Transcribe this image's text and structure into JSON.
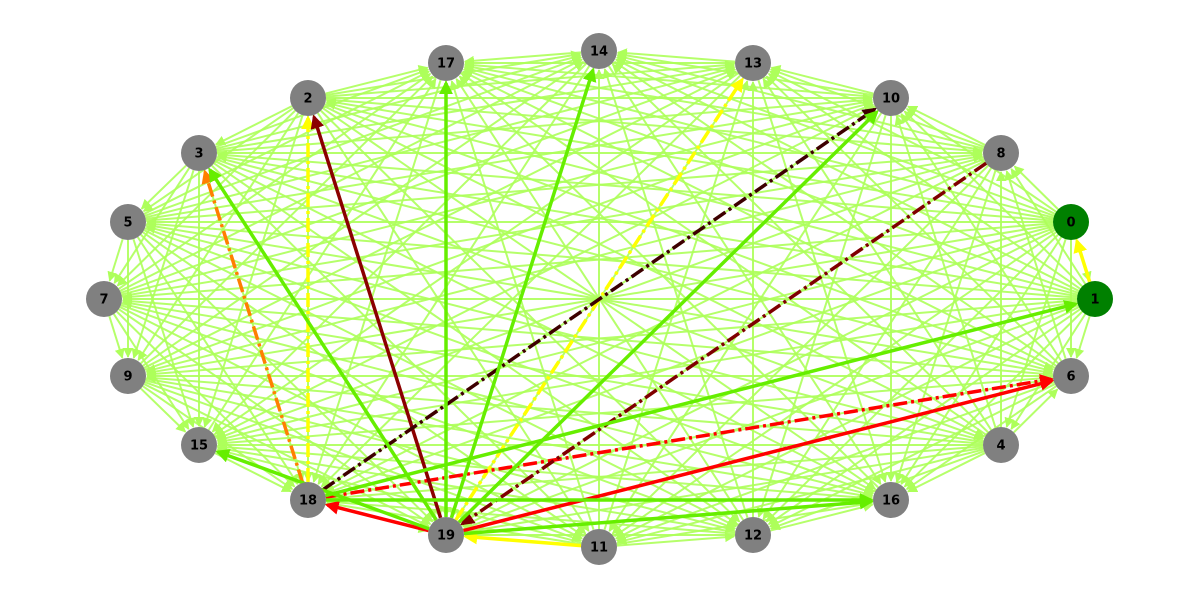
{
  "graph": {
    "nodes": [
      {
        "id": "0",
        "color": "#008000"
      },
      {
        "id": "1",
        "color": "#008000"
      },
      {
        "id": "2",
        "color": "#808080"
      },
      {
        "id": "3",
        "color": "#808080"
      },
      {
        "id": "4",
        "color": "#808080"
      },
      {
        "id": "5",
        "color": "#808080"
      },
      {
        "id": "6",
        "color": "#808080"
      },
      {
        "id": "7",
        "color": "#808080"
      },
      {
        "id": "8",
        "color": "#808080"
      },
      {
        "id": "9",
        "color": "#808080"
      },
      {
        "id": "10",
        "color": "#808080"
      },
      {
        "id": "11",
        "color": "#808080"
      },
      {
        "id": "12",
        "color": "#808080"
      },
      {
        "id": "13",
        "color": "#808080"
      },
      {
        "id": "14",
        "color": "#808080"
      },
      {
        "id": "15",
        "color": "#808080"
      },
      {
        "id": "16",
        "color": "#808080"
      },
      {
        "id": "17",
        "color": "#808080"
      },
      {
        "id": "18",
        "color": "#808080"
      },
      {
        "id": "19",
        "color": "#808080"
      }
    ],
    "background_edge_color": "#adff5a",
    "highlighted_edges": [
      {
        "from": "1",
        "to": "0",
        "color": "#ffff00",
        "style": "solid"
      },
      {
        "from": "11",
        "to": "19",
        "color": "#ffff00",
        "style": "solid"
      },
      {
        "from": "18",
        "to": "2",
        "color": "#ffff00",
        "style": "dashed"
      },
      {
        "from": "19",
        "to": "13",
        "color": "#ffff00",
        "style": "dashed"
      },
      {
        "from": "19",
        "to": "18",
        "color": "#ff0000",
        "style": "solid"
      },
      {
        "from": "19",
        "to": "6",
        "color": "#ff0000",
        "style": "solid"
      },
      {
        "from": "18",
        "to": "6",
        "color": "#ff0000",
        "style": "dashed"
      },
      {
        "from": "18",
        "to": "3",
        "color": "#ff7f00",
        "style": "dashed"
      },
      {
        "from": "19",
        "to": "2",
        "color": "#8b0000",
        "style": "solid"
      },
      {
        "from": "8",
        "to": "19",
        "color": "#7f0000",
        "style": "dashed"
      },
      {
        "from": "18",
        "to": "10",
        "color": "#3d0000",
        "style": "dashed"
      },
      {
        "from": "19",
        "to": "17",
        "color": "#66ee00",
        "style": "solid"
      },
      {
        "from": "19",
        "to": "3",
        "color": "#66ee00",
        "style": "solid"
      },
      {
        "from": "18",
        "to": "1",
        "color": "#66ee00",
        "style": "solid"
      },
      {
        "from": "19",
        "to": "15",
        "color": "#66ee00",
        "style": "solid"
      },
      {
        "from": "19",
        "to": "16",
        "color": "#66ee00",
        "style": "solid"
      },
      {
        "from": "18",
        "to": "16",
        "color": "#66ee00",
        "style": "solid"
      },
      {
        "from": "19",
        "to": "14",
        "color": "#66ee00",
        "style": "solid"
      },
      {
        "from": "19",
        "to": "10",
        "color": "#66ee00",
        "style": "solid"
      }
    ]
  }
}
